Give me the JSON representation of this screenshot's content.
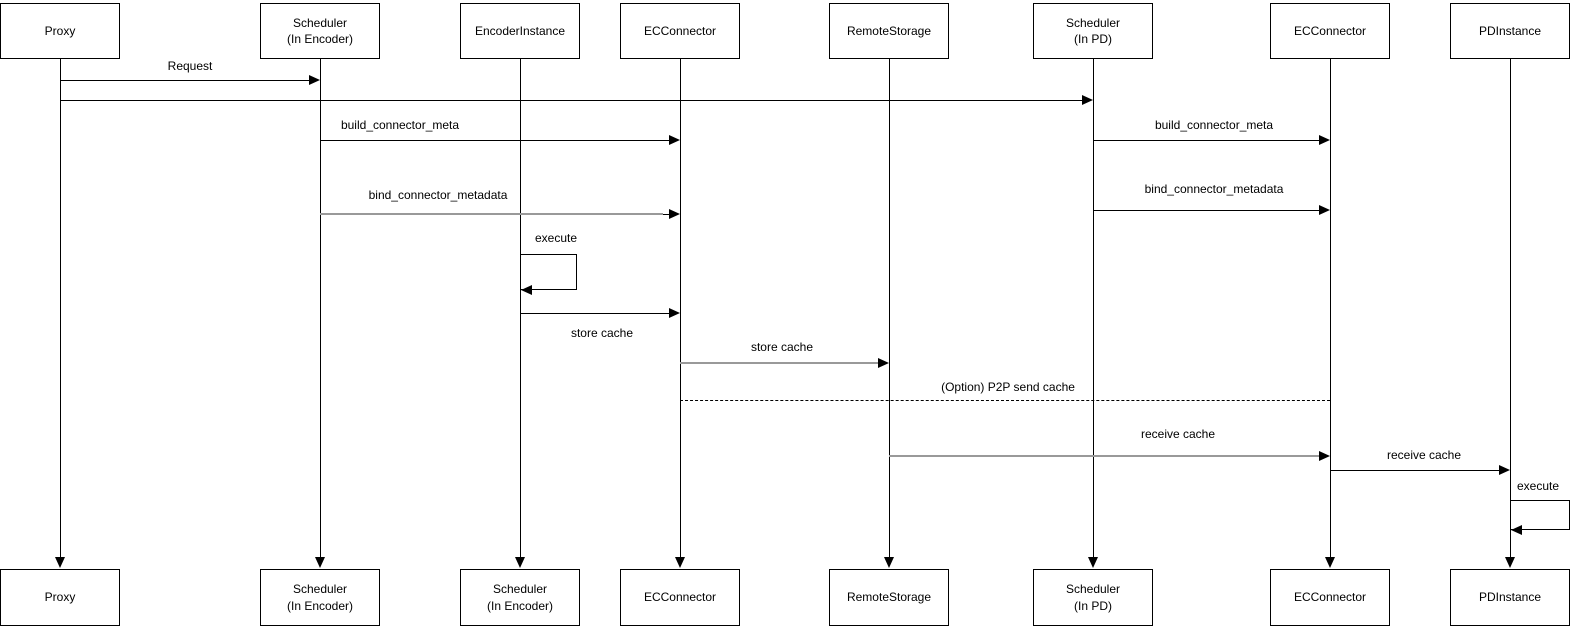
{
  "diagram": {
    "type": "sequence-diagram",
    "actors": [
      {
        "name": "proxy",
        "top": "Proxy",
        "bottom": "Proxy"
      },
      {
        "name": "scheduler-in-encoder",
        "top": "Scheduler\n(In Encoder)",
        "bottom": "Scheduler\n(In Encoder)"
      },
      {
        "name": "encoder-instance",
        "top": "EncoderInstance",
        "bottom": "Scheduler\n(In Encoder)"
      },
      {
        "name": "ec-connector",
        "top": "ECConnector",
        "bottom": "ECConnector"
      },
      {
        "name": "remote-storage",
        "top": "RemoteStorage",
        "bottom": "RemoteStorage"
      },
      {
        "name": "scheduler-in-pd",
        "top": "Scheduler\n(In PD)",
        "bottom": "Scheduler\n(In PD)"
      },
      {
        "name": "ec-connector-pd",
        "top": "ECConnector",
        "bottom": "ECConnector"
      },
      {
        "name": "pd-instance",
        "top": "PDInstance",
        "bottom": "PDInstance"
      }
    ],
    "messages": [
      {
        "label": "Request",
        "from": "Proxy",
        "to": "Scheduler (In Encoder)",
        "style": "solid"
      },
      {
        "label": "",
        "from": "Proxy",
        "to": "Scheduler (In PD)",
        "style": "solid"
      },
      {
        "label": "build_connector_meta",
        "from": "Scheduler (In Encoder)",
        "to": "ECConnector",
        "style": "solid"
      },
      {
        "label": "bind_connector_metadata",
        "from": "Scheduler (In Encoder)",
        "to": "ECConnector",
        "style": "solid-gray-overlay"
      },
      {
        "label": "build_connector_meta",
        "from": "Scheduler (In PD)",
        "to": "ECConnector",
        "style": "solid"
      },
      {
        "label": "bind_connector_metadata",
        "from": "Scheduler (In PD)",
        "to": "ECConnector",
        "style": "solid"
      },
      {
        "label": "execute",
        "on": "EncoderInstance",
        "type": "self",
        "style": "solid"
      },
      {
        "label": "store cache",
        "from": "EncoderInstance",
        "to": "ECConnector",
        "style": "solid",
        "label_position": "below"
      },
      {
        "label": "store cache",
        "from": "ECConnector",
        "to": "RemoteStorage",
        "style": "gray"
      },
      {
        "label": "(Option) P2P send cache",
        "from": "ECConnector",
        "to": "ECConnector (PD)",
        "style": "dashed"
      },
      {
        "label": "receive cache",
        "from": "RemoteStorage",
        "to": "ECConnector (PD)",
        "style": "gray"
      },
      {
        "label": "receive cache",
        "from": "ECConnector (PD)",
        "to": "PDInstance",
        "style": "solid"
      },
      {
        "label": "execute",
        "on": "PDInstance",
        "type": "self",
        "style": "solid"
      }
    ],
    "colors": {
      "stroke": "#000000",
      "muted_stroke": "#999999",
      "box_fill": "#ffffff",
      "text": "#000000",
      "background": "#ffffff"
    }
  }
}
